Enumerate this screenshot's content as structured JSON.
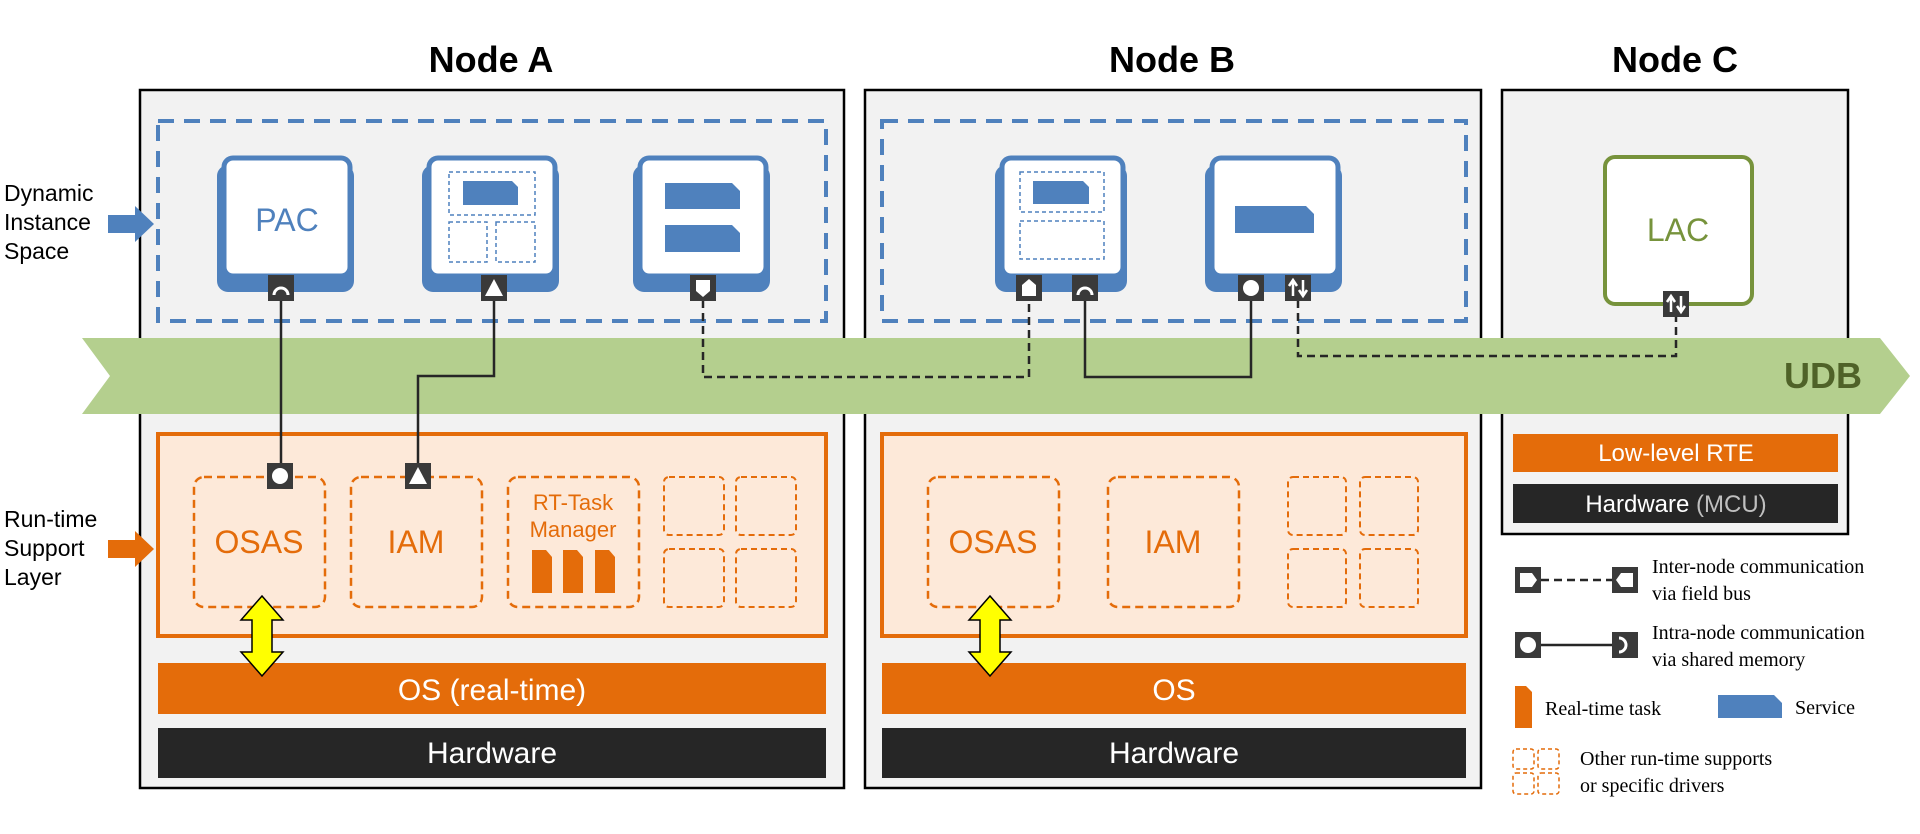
{
  "nodes": {
    "a": {
      "title": "Node A"
    },
    "b": {
      "title": "Node B"
    },
    "c": {
      "title": "Node C"
    }
  },
  "side_labels": {
    "dynamic": [
      "Dynamic",
      "Instance",
      "Space"
    ],
    "runtime": [
      "Run-time",
      "Support",
      "Layer"
    ]
  },
  "bus": {
    "label": "UDB"
  },
  "apps": {
    "pac": "PAC",
    "lac": "LAC"
  },
  "runtime": {
    "osas": "OSAS",
    "iam": "IAM",
    "rt_task_manager": [
      "RT-Task",
      "Manager"
    ]
  },
  "bars": {
    "os_realtime": "OS (real-time)",
    "os": "OS",
    "hardware": "Hardware",
    "low_level_rte": "Low-level RTE",
    "hardware_mcu": "Hardware",
    "hardware_mcu_suffix": "(MCU)"
  },
  "legend": {
    "inter_node": [
      "Inter-node communication",
      "via field bus"
    ],
    "intra_node": [
      "Intra-node communication",
      "via shared memory"
    ],
    "realtime_task": "Real-time task",
    "service": "Service",
    "other": [
      "Other run-time supports",
      "or specific drivers"
    ]
  },
  "colors": {
    "blue": "#4f81bd",
    "orange": "#e46c0a",
    "orange_fill": "#fde9d9",
    "green_bus": "#b4cf8e",
    "udb_text": "#4f6228",
    "lac_green": "#77933c",
    "dark": "#262626",
    "panel": "#f2f2f2",
    "yellow": "#ffff00"
  }
}
